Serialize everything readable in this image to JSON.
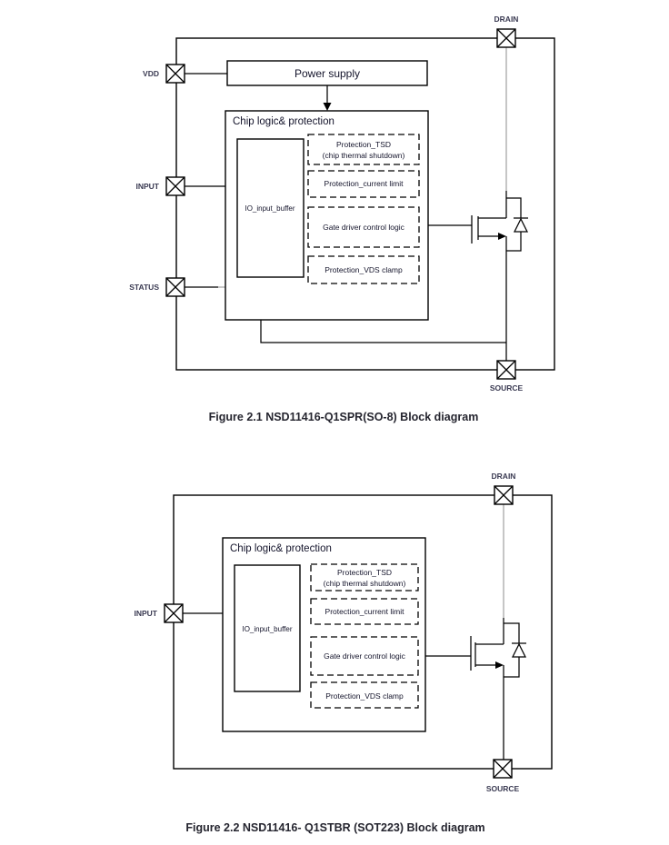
{
  "colors": {
    "line": "#000000",
    "wire_gray": "#a8a8a8",
    "text_dark": "#14142b",
    "text_pin": "#3a3a52",
    "text_caption": "#25252f"
  },
  "figure1": {
    "caption": "Figure 2.1 NSD11416-Q1SPR(SO-8) Block diagram",
    "pins": {
      "vdd": "VDD",
      "input": "INPUT",
      "status": "STATUS",
      "drain": "DRAIN",
      "source": "SOURCE"
    },
    "blocks": {
      "power_supply": "Power supply",
      "chip_logic": "Chip logic& protection",
      "io_input_buffer": "IO_input_buffer",
      "protection_tsd_line1": "Protection_TSD",
      "protection_tsd_line2": "(chip thermal shutdown)",
      "protection_current_limit": "Protection_current limit",
      "gate_driver": "Gate driver control logic",
      "protection_vds_clamp": "Protection_VDS clamp"
    }
  },
  "figure2": {
    "caption": "Figure 2.2 NSD11416- Q1STBR (SOT223) Block diagram",
    "pins": {
      "input": "INPUT",
      "drain": "DRAIN",
      "source": "SOURCE"
    },
    "blocks": {
      "chip_logic": "Chip logic& protection",
      "io_input_buffer": "IO_input_buffer",
      "protection_tsd_line1": "Protection_TSD",
      "protection_tsd_line2": "(chip thermal shutdown)",
      "protection_current_limit": "Protection_current limit",
      "gate_driver": "Gate driver control logic",
      "protection_vds_clamp": "Protection_VDS clamp"
    }
  }
}
